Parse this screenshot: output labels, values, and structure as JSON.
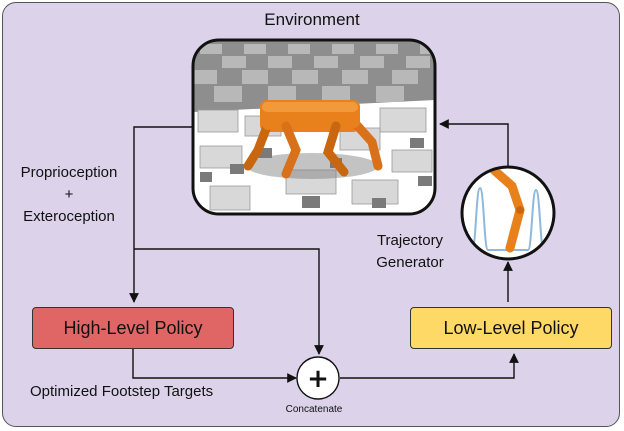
{
  "diagram": {
    "environment_label": "Environment",
    "perception_label_line1": "Proprioception",
    "perception_label_line2": "+",
    "perception_label_line3": "Exteroception",
    "trajectory_label_line1": "Trajectory",
    "trajectory_label_line2": "Generator",
    "high_level_policy": "High-Level Policy",
    "low_level_policy": "Low-Level Policy",
    "footstep_label": "Optimized Footstep Targets",
    "concatenate_label": "Concatenate",
    "operator_symbol": "+"
  },
  "colors": {
    "panel_bg": "#dcd3ea",
    "high_level_fill": "#e06666",
    "low_level_fill": "#ffd966",
    "robot": "#e8801c",
    "trajectory_curve": "#8fb8dd"
  }
}
